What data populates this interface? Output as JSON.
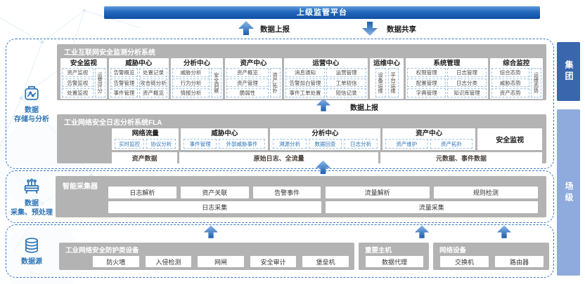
{
  "top_bar": {
    "title": "上级监管平台"
  },
  "flows": {
    "report_top": "数据上报",
    "share_top": "数据共享",
    "report_mid": "数据上报"
  },
  "side_labels": {
    "group": "集团",
    "site": "场级"
  },
  "sidebars": {
    "storage": {
      "line1": "数据",
      "line2": "存储与分析"
    },
    "collect": {
      "line1": "数据",
      "line2": "采集、预处理"
    },
    "source": {
      "line1": "数据源"
    }
  },
  "monitor_system": {
    "title": "工业互联网安全监测分析系统",
    "columns": [
      {
        "header": "安全监视",
        "items": [
          "资产监视",
          "告警监视",
          "处置监视"
        ],
        "vertical": [
          "运营评分"
        ]
      },
      {
        "header": "威胁中心",
        "items": [
          "告警概览",
          "处置记录",
          "告警管理",
          "攻击链分析",
          "事件管理",
          "资产概览"
        ],
        "vertical": []
      },
      {
        "header": "分析中心",
        "items": [
          "威胁分析",
          "行为分析",
          "情报分析"
        ],
        "vertical": [
          "安全洞察"
        ]
      },
      {
        "header": "资产中心",
        "items": [
          "资产概览",
          "资产管理",
          "脆弱性"
        ],
        "vertical": [
          "资产拓扑"
        ]
      },
      {
        "header": "运营中心",
        "items": [
          "消息通知",
          "运营管理",
          "告警加白管理",
          "工单短信",
          "事件工单处置",
          "短信记录"
        ],
        "vertical": []
      },
      {
        "header": "运维中心",
        "items": [],
        "vertical": [
          "设备运维",
          "平台运维"
        ]
      },
      {
        "header": "系统管理",
        "items": [
          "权限管理",
          "日志管理",
          "配置管理",
          "日志分类",
          "字典管理",
          "知识库管理"
        ],
        "vertical": []
      },
      {
        "header": "综合监控",
        "items": [
          "综合态势",
          "威胁态势",
          "资产态势"
        ],
        "vertical": [
          "运维态势"
        ]
      }
    ]
  },
  "fla_system": {
    "title": "工业网络安全日志分析系统FLA",
    "columns": [
      {
        "header": "网络流量",
        "items": [
          "实时监控",
          "协议分析"
        ]
      },
      {
        "header": "威胁中心",
        "items": [
          "事件管理",
          "外部威胁事件"
        ]
      },
      {
        "header": "分析中心",
        "items": [
          "溯源分析",
          "数据回查",
          "日志分析"
        ]
      },
      {
        "header": "资产中心",
        "items": [
          "资产维护",
          "资产拓扑"
        ]
      },
      {
        "header": "安全监视",
        "items": []
      }
    ],
    "bottom": [
      "资产数据",
      "原始日志、全流量",
      "元数据、事件数据"
    ]
  },
  "collector": {
    "title": "智能采集器",
    "log_group": {
      "row1": [
        "日志解析",
        "资产关联",
        "告警事件"
      ],
      "row2": "日志采集"
    },
    "flow_group": {
      "row1": [
        "流量解析",
        "规则检测"
      ],
      "row2": "流量采集"
    }
  },
  "data_source": {
    "groups": [
      {
        "title": "工业网络安全防护类设备",
        "items": [
          "防火墙",
          "入侵检测",
          "网闸",
          "安全审计",
          "堡垒机"
        ]
      },
      {
        "title": "重要主机",
        "items": [
          "数据代理"
        ]
      },
      {
        "title": "网络设备",
        "items": [
          "交换机",
          "路由器"
        ]
      }
    ]
  },
  "colors": {
    "accent_blue": "#2e74b5",
    "top_bar_blue": "#1c63b7",
    "group_label_bg": "#3a66ad",
    "site_label_bg": "#8faadc",
    "panel_gray": "#b3b3b3"
  }
}
